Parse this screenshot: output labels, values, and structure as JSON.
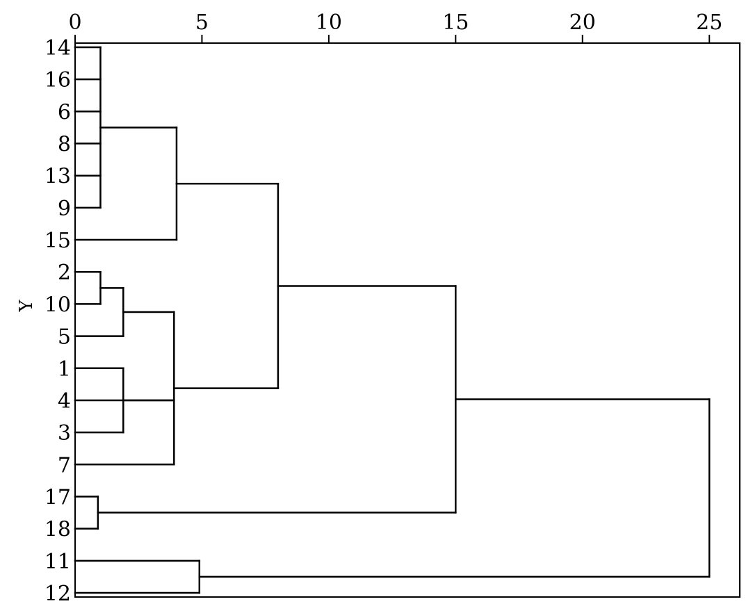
{
  "chart_data": {
    "type": "dendrogram",
    "title": "",
    "xlabel": "",
    "ylabel": "Y",
    "xlim": [
      0,
      26.2
    ],
    "xticks": [
      0,
      5,
      10,
      15,
      20,
      25
    ],
    "xtick_labels": [
      "0",
      "5",
      "10",
      "15",
      "20",
      "25"
    ],
    "leaves": [
      "14",
      "16",
      "6",
      "8",
      "13",
      "9",
      "15",
      "2",
      "10",
      "5",
      "1",
      "4",
      "3",
      "7",
      "17",
      "18",
      "11",
      "12"
    ],
    "merges": [
      {
        "distance": 1.0,
        "children": [
          "14",
          "16",
          "6",
          "8",
          "13",
          "9"
        ]
      },
      {
        "distance": 4.0,
        "children": [
          "m0",
          "15"
        ]
      },
      {
        "distance": 1.0,
        "children": [
          "2",
          "10"
        ]
      },
      {
        "distance": 1.9,
        "children": [
          "m2",
          "5"
        ]
      },
      {
        "distance": 1.9,
        "children": [
          "1",
          "3"
        ]
      },
      {
        "distance": 3.9,
        "children": [
          "m3",
          "m4",
          "4",
          "7"
        ]
      },
      {
        "distance": 8.0,
        "children": [
          "m1",
          "m5"
        ]
      },
      {
        "distance": 0.9,
        "children": [
          "17",
          "18"
        ]
      },
      {
        "distance": 15.0,
        "children": [
          "m6",
          "m7"
        ]
      },
      {
        "distance": 4.9,
        "children": [
          "11",
          "12"
        ]
      },
      {
        "distance": 25.0,
        "children": [
          "m8",
          "m9"
        ]
      }
    ]
  }
}
